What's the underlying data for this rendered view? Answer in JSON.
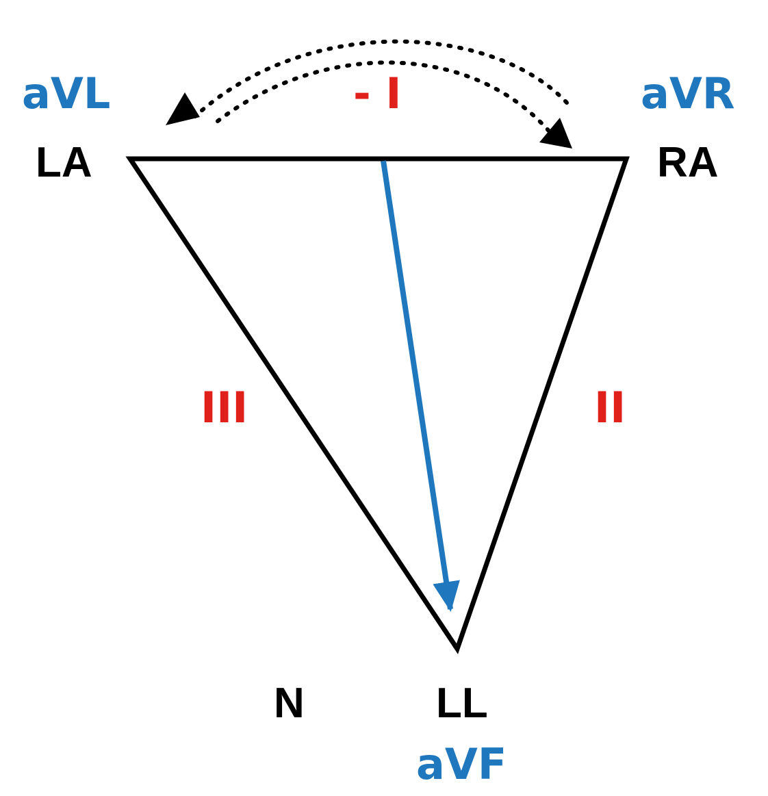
{
  "labels": {
    "la": "LA",
    "ra": "RA",
    "ll": "LL",
    "n": "N",
    "avl": "aVL",
    "avr": "aVR",
    "avf": "aVF",
    "lead_minus_i": "- I",
    "lead_ii": "II",
    "lead_iii": "III"
  },
  "colors": {
    "black": "#000000",
    "blue": "#1f77be",
    "red": "#e0201b"
  }
}
